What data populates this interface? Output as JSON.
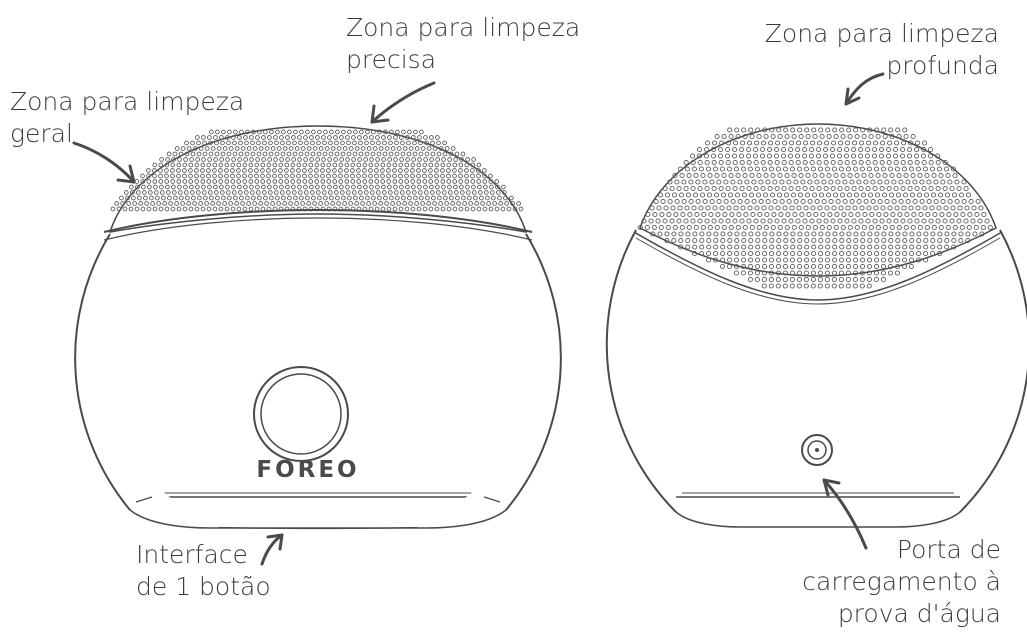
{
  "labels": {
    "precise_zone": [
      "Zona para limpeza",
      "precisa"
    ],
    "general_zone": [
      "Zona para limpeza",
      "geral"
    ],
    "deep_zone": [
      "Zona para limpeza",
      "profunda"
    ],
    "button_interface": [
      "Interface",
      "de 1 botão"
    ],
    "charging_port": [
      "Porta de",
      "carregamento à",
      "prova d'água"
    ]
  },
  "device": {
    "brand": "FOREO"
  },
  "colors": {
    "line": "#4a4a4a",
    "bristle": "#5a5a5a",
    "text": "#3b3b3b"
  }
}
